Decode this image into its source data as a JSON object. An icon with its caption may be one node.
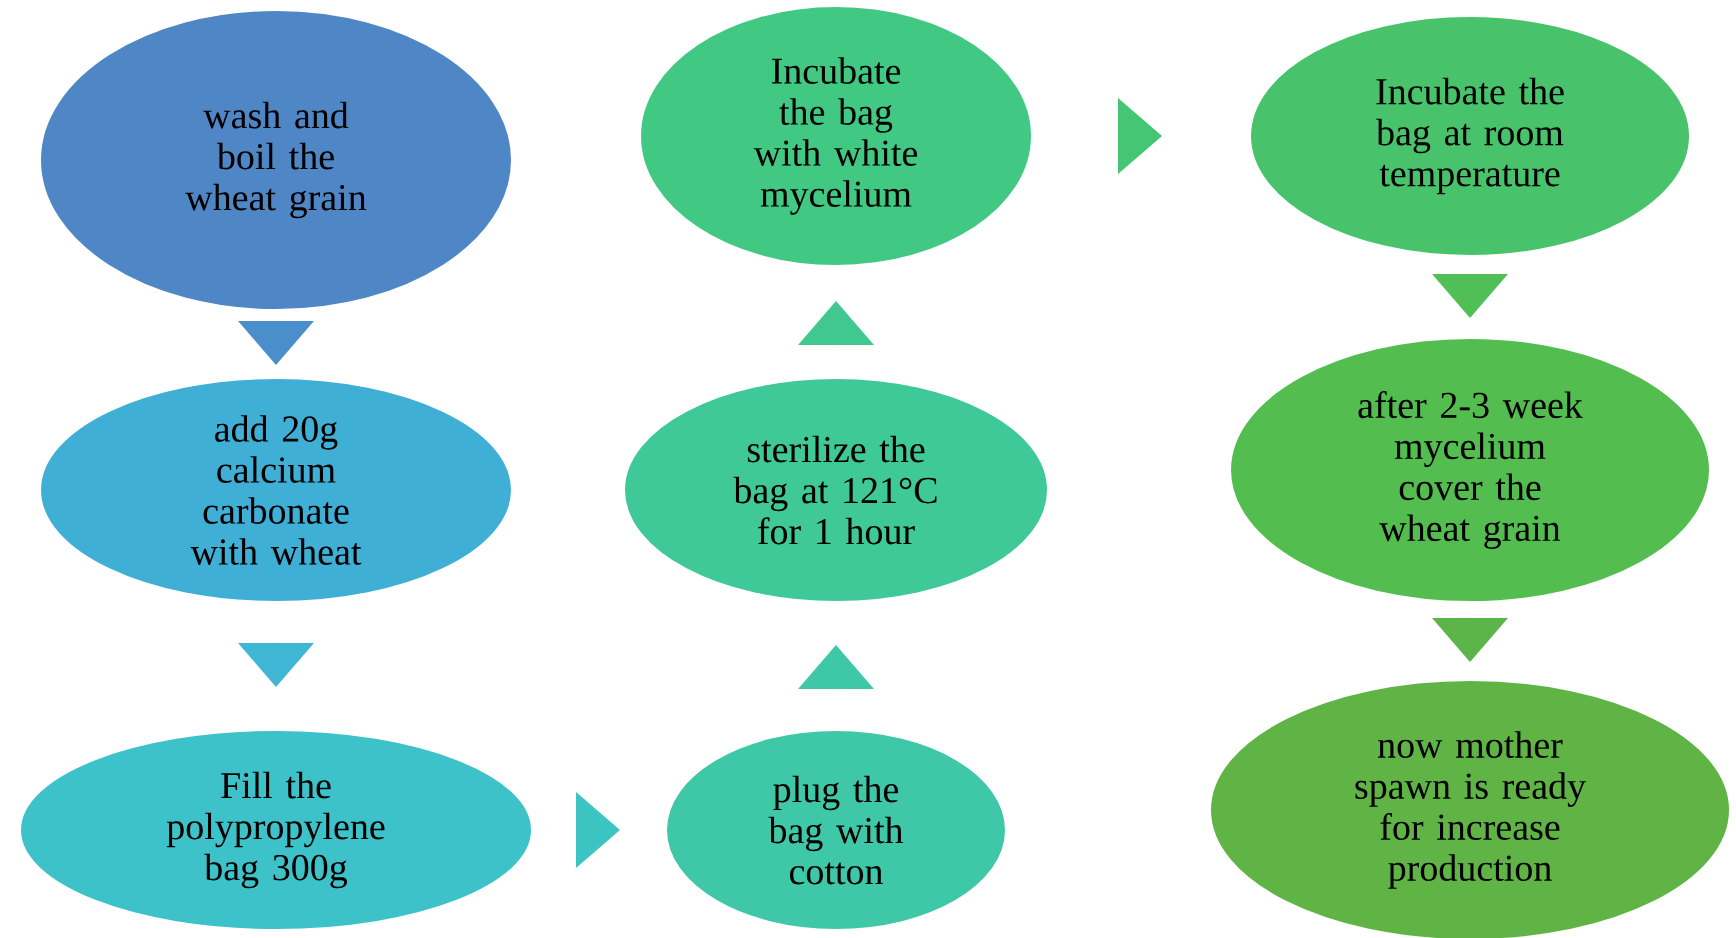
{
  "diagram": {
    "nodes": [
      {
        "text": [
          "wash and boil the wheat grain"
        ]
      },
      {
        "text": [
          "add 20g calcium carbonate with wheat"
        ]
      },
      {
        "text": [
          "Fill the polypropylene bag 300g"
        ]
      },
      {
        "text": [
          "plug the bag with cotton"
        ]
      },
      {
        "text": [
          "sterilize the bag at 121°C for 1 hour"
        ]
      },
      {
        "text": [
          "Incubate the bag with white mycelium"
        ]
      },
      {
        "text": [
          "Incubate the bag at room temperature"
        ]
      },
      {
        "text": [
          "after 2-3 week mycelium cover the wheat grain"
        ]
      },
      {
        "text": [
          "now mother spawn is ready for increase production"
        ]
      }
    ],
    "edges": [
      {
        "from": 0,
        "to": 1,
        "arrow": "to",
        "color": "#4a8fcc"
      },
      {
        "from": 1,
        "to": 2,
        "arrow": "to",
        "color": "#3fb6d4"
      },
      {
        "from": 2,
        "to": 3,
        "arrow": "to",
        "color": "#3cc4c2"
      },
      {
        "from": 3,
        "to": 4,
        "arrow": "to",
        "color": "#3ec8a8"
      },
      {
        "from": 4,
        "to": 5,
        "arrow": "to",
        "color": "#40c890"
      },
      {
        "from": 5,
        "to": 6,
        "arrow": "to",
        "color": "#44c674"
      },
      {
        "from": 6,
        "to": 7,
        "arrow": "to",
        "color": "#50bf55"
      },
      {
        "from": 7,
        "to": 8,
        "arrow": "to",
        "color": "#5cb548"
      }
    ]
  }
}
